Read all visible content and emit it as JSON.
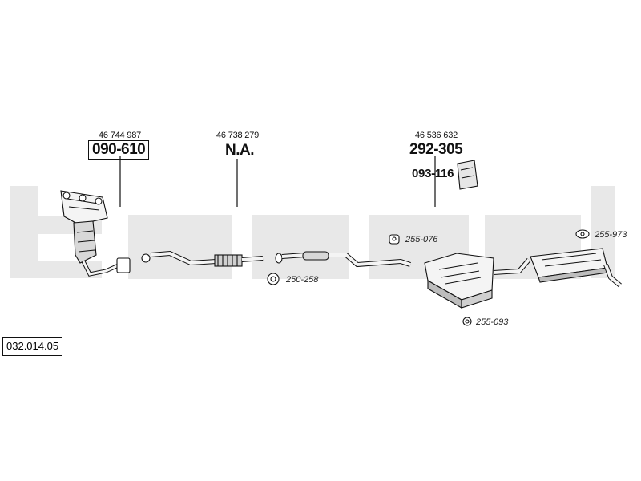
{
  "diagram_number": "032.014.05",
  "parts": [
    {
      "id": "manifold",
      "oem_number": "46 744 987",
      "part_number": "090-610",
      "boxed": true
    },
    {
      "id": "front-pipe",
      "oem_number": "46 738 279",
      "part_number": "N.A.",
      "boxed": false
    },
    {
      "id": "rear-section",
      "oem_number": "46 536 632",
      "part_number": "292-305",
      "sub_part_number": "093-116",
      "boxed": false
    }
  ],
  "accessories": [
    {
      "id": "acc-1",
      "code": "250-258"
    },
    {
      "id": "acc-2",
      "code": "255-076"
    },
    {
      "id": "acc-3",
      "code": "255-093"
    },
    {
      "id": "acc-4",
      "code": "255-973"
    }
  ],
  "colors": {
    "watermark": "#e8e8e8",
    "line": "#111111",
    "part_fill": "#f4f4f4",
    "part_shade": "#bdbdbd"
  }
}
